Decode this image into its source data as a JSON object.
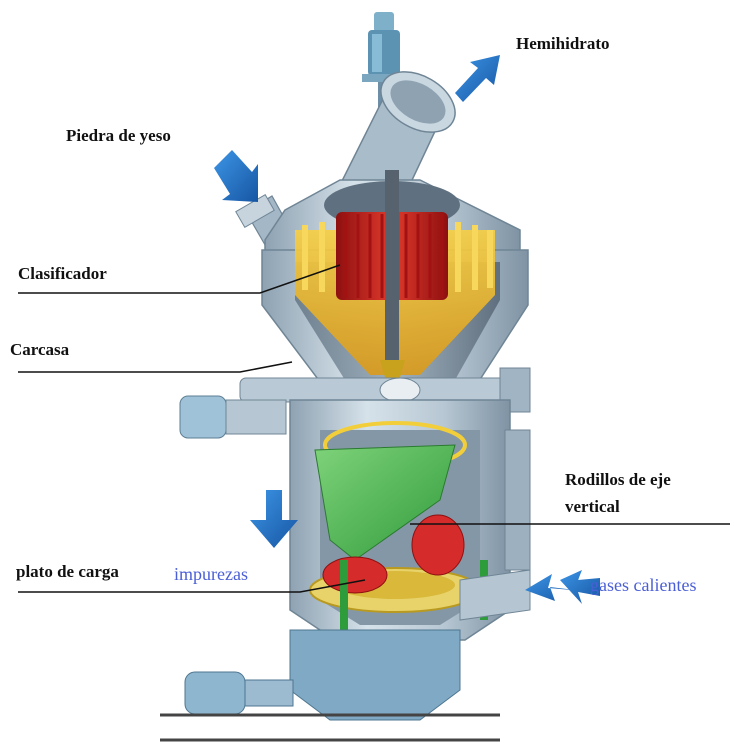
{
  "labels": {
    "hemihidrato": "Hemihidrato",
    "piedra": "Piedra de yeso",
    "clasificador": "Clasificador",
    "carcasa": "Carcasa",
    "rodillos_1": "Rodillos de eje",
    "rodillos_2": "vertical",
    "impurezas": "impurezas",
    "plato": "plato de carga",
    "gases": "gases calientes"
  },
  "colors": {
    "text": "#111111",
    "blue_text": "#4a5fd6",
    "arrow": "#1f6fc4",
    "casing": "#aebfcc",
    "classifier": "#cc1f1f",
    "cage": "#f2c83a",
    "rollers": "#3fb14a"
  }
}
